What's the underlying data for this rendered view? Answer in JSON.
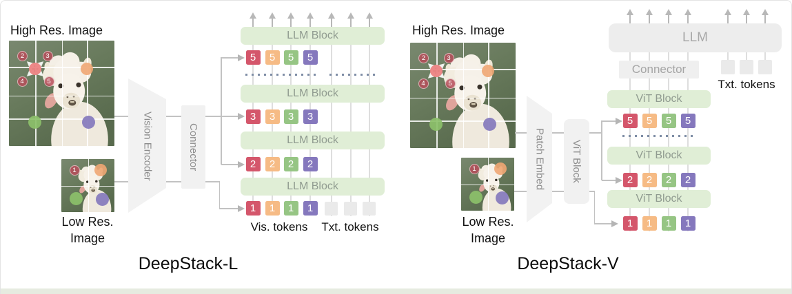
{
  "left": {
    "title": "DeepStack-L",
    "high_res_label": "High Res. Image",
    "low_res_label": [
      "Low Res.",
      "Image"
    ],
    "encoder_label": "Vision Encoder",
    "connector_label": "Connector",
    "block_labels": [
      "LLM Block",
      "LLM Block",
      "LLM Block",
      "LLM Block"
    ],
    "token_rows": [
      {
        "id": "5",
        "tokens": [
          "5",
          "5",
          "5",
          "5"
        ]
      },
      {
        "id": "3",
        "tokens": [
          "3",
          "3",
          "3",
          "3"
        ]
      },
      {
        "id": "2",
        "tokens": [
          "2",
          "2",
          "2",
          "2"
        ]
      },
      {
        "id": "1",
        "tokens": [
          "1",
          "1",
          "1",
          "1"
        ]
      }
    ],
    "vis_tokens_label": "Vis. tokens",
    "txt_tokens_label": "Txt. tokens"
  },
  "right": {
    "title": "DeepStack-V",
    "high_res_label": "High Res. Image",
    "low_res_label": [
      "Low Res.",
      "Image"
    ],
    "patch_embed_label": "Patch Embed",
    "vit_tower_label": "ViT Block",
    "llm_label": "LLM",
    "connector_label": "Connector",
    "txt_tokens_label": "Txt. tokens",
    "block_labels": [
      "ViT Block",
      "ViT Block",
      "ViT Block"
    ],
    "token_rows": [
      {
        "id": "5",
        "tokens": [
          "5",
          "5",
          "5",
          "5"
        ]
      },
      {
        "id": "2",
        "tokens": [
          "2",
          "2",
          "2",
          "2"
        ]
      },
      {
        "id": "1",
        "tokens": [
          "1",
          "1",
          "1",
          "1"
        ]
      }
    ]
  },
  "image_markers": {
    "high_res_numbers": [
      "2",
      "3",
      "4",
      "5"
    ],
    "low_res_numbers": [
      "1"
    ]
  },
  "colors": {
    "token_red": "#d4566b",
    "token_orange": "#f6bb85",
    "token_green": "#96c584",
    "token_purple": "#8578bd",
    "block_green": "#e0eed6",
    "block_gray": "#ededed",
    "txt_token_gray": "#eaeaea",
    "marker_red": "#b74d5b",
    "marker_salmon": "#ec8282",
    "marker_orange": "#f0a673",
    "marker_green": "#8cc06a",
    "marker_purple": "#8478bc",
    "line_gray": "#c2c2c2",
    "dotted_line": "#7f8ea6",
    "bottom_strip": "#e6ebe0"
  }
}
